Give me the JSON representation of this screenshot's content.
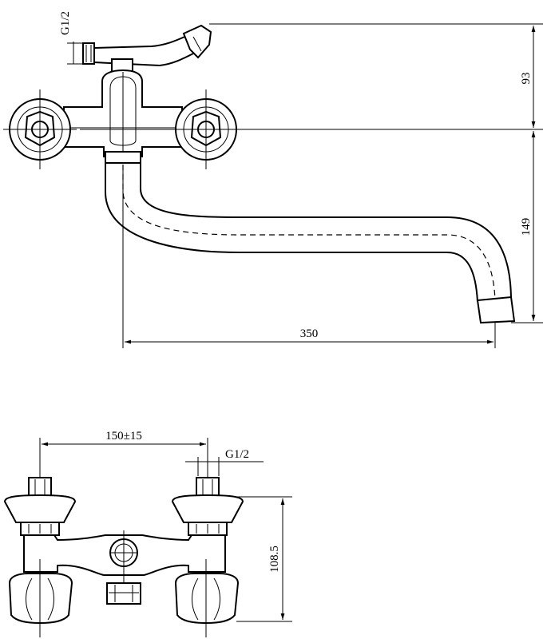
{
  "drawing": {
    "top_view": {
      "dimensions": {
        "thread": "G1/2",
        "height_upper": "93",
        "height_lower": "149",
        "spout_length": "350"
      }
    },
    "front_view": {
      "dimensions": {
        "center_distance": "150±15",
        "thread": "G1/2",
        "body_height": "108.5"
      }
    }
  }
}
